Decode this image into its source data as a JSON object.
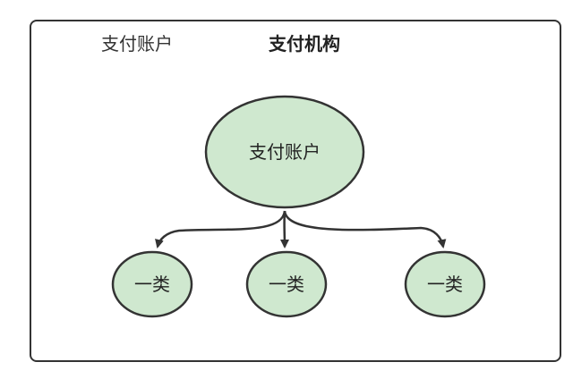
{
  "header": {
    "left_label": "支付账户",
    "title": "支付机构"
  },
  "diagram": {
    "root": {
      "label": "支付账户"
    },
    "children": [
      {
        "label": "一类"
      },
      {
        "label": "一类"
      },
      {
        "label": "一类"
      }
    ]
  },
  "colors": {
    "node_fill": "#cfe8cf",
    "node_stroke": "#333333",
    "edge": "#333333",
    "frame_border": "#333333"
  }
}
